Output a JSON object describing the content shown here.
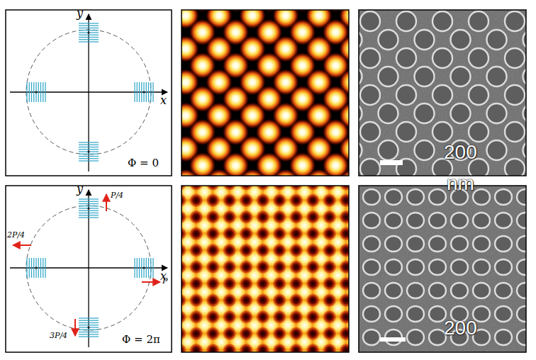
{
  "diagram": {
    "labels": [
      "y",
      "x",
      "Φ = 0",
      "y",
      "x",
      "P/4",
      "2P/4",
      "P",
      "3P/4",
      "Φ = 2π",
      "200",
      "nm",
      "200"
    ]
  }
}
